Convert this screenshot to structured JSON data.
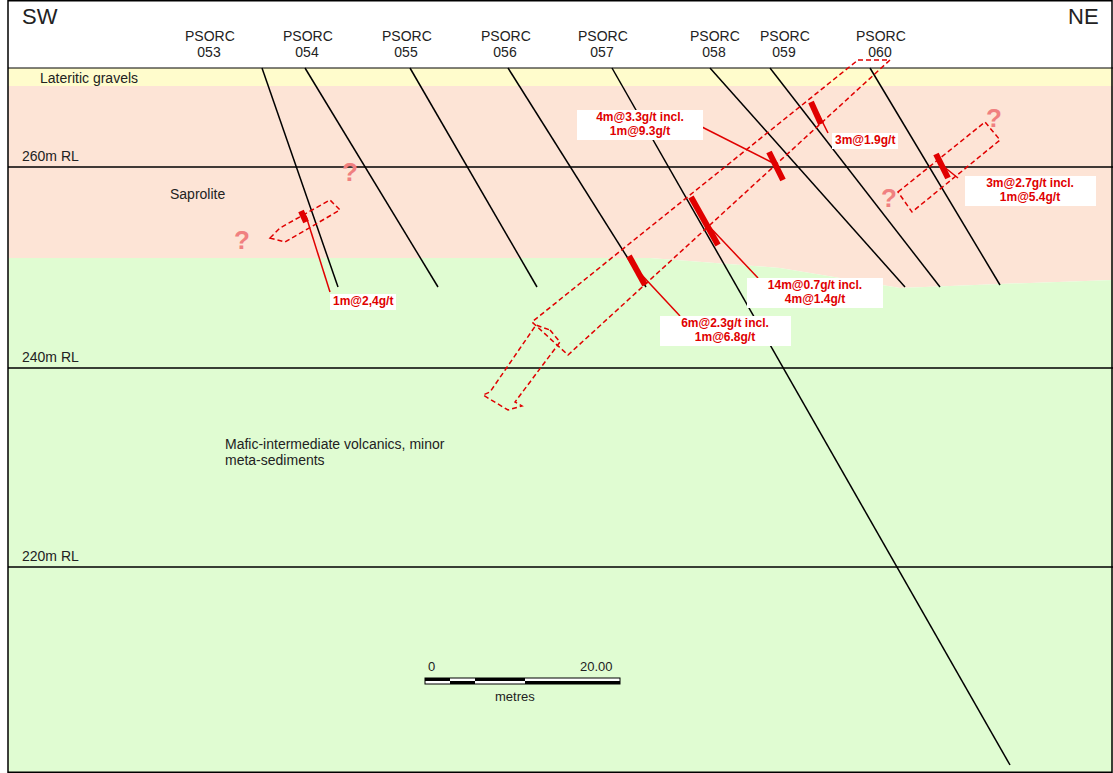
{
  "diagram": {
    "labels": [
      "SW",
      "NE",
      "PSORC 053",
      "PSORC 054",
      "PSORC 055",
      "PSORC 056",
      "PSORC 057",
      "PSORC 058",
      "PSORC 059",
      "PSORC 060",
      "Lateritic gravels",
      "260m RL",
      "Saprolite",
      "240m RL",
      "220m RL",
      "Mafic-intermediate volcanics, minor meta-sediments",
      "4m@3.3g/t incl. 1m@9.3g/t",
      "3m@1.9g/t",
      "3m@2.7g/t incl. 1m@5.4g/t",
      "1m@2,4g/t",
      "14m@0.7g/t incl. 4m@1.4g/t",
      "6m@2.3g/t incl. 1m@6.8g/t",
      "?",
      "?",
      "?",
      "?",
      "0",
      "20.00",
      "metres"
    ]
  }
}
